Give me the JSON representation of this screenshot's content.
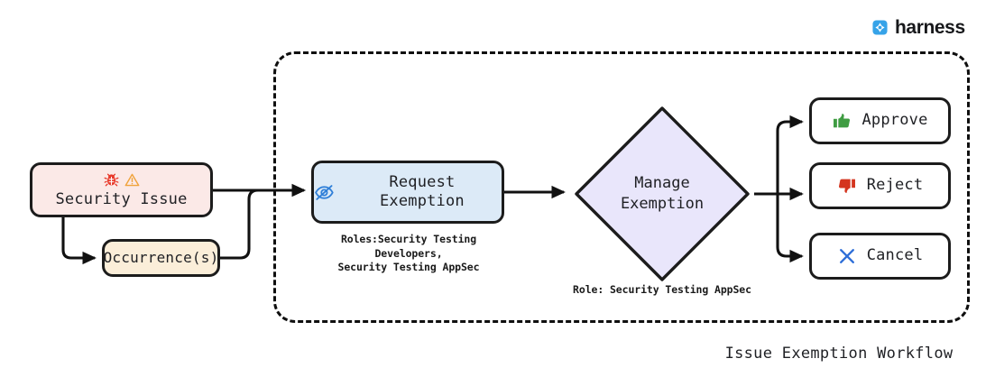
{
  "brand": {
    "name": "harness",
    "mark_icon": "harness-diamond-icon",
    "accent": "#36a3e8"
  },
  "figure": {
    "title": "Issue Exemption Workflow",
    "boundary_style": "dashed"
  },
  "nodes": {
    "security_issue": {
      "label": "Security Issue",
      "fill": "#fbe9e7",
      "icons": [
        "bug-icon",
        "warning-triangle-icon"
      ],
      "bug_color": "#e8392a",
      "warning_color": "#f0a33c"
    },
    "occurrences": {
      "label": "Occurrence(s)",
      "fill": "#fbeed9"
    },
    "request_exemption": {
      "label": "Request Exemption",
      "fill": "#dceaf7",
      "icon": "eye-slash-icon",
      "icon_color": "#2f7fd8"
    },
    "manage_exemption": {
      "label": "Manage\nExemption",
      "fill": "#e9e6fb",
      "shape": "diamond"
    },
    "approve": {
      "label": "Approve",
      "fill": "#ffffff",
      "icon": "thumbs-up-icon",
      "icon_color": "#3f9c42"
    },
    "reject": {
      "label": "Reject",
      "fill": "#ffffff",
      "icon": "thumbs-down-icon",
      "icon_color": "#d4351f"
    },
    "cancel": {
      "label": "Cancel",
      "fill": "#ffffff",
      "icon": "cross-icon",
      "icon_color": "#2f6fd8"
    }
  },
  "captions": {
    "request_exemption_roles": "Roles:Security Testing Developers,\nSecurity Testing AppSec",
    "manage_exemption_role": "Role: Security Testing AppSec"
  },
  "edges": [
    {
      "from": "security_issue",
      "to": "occurrences"
    },
    {
      "from": "security_issue",
      "to": "request_exemption"
    },
    {
      "from": "occurrences",
      "to": "request_exemption"
    },
    {
      "from": "request_exemption",
      "to": "manage_exemption"
    },
    {
      "from": "manage_exemption",
      "to": "approve"
    },
    {
      "from": "manage_exemption",
      "to": "reject"
    },
    {
      "from": "manage_exemption",
      "to": "cancel"
    }
  ]
}
